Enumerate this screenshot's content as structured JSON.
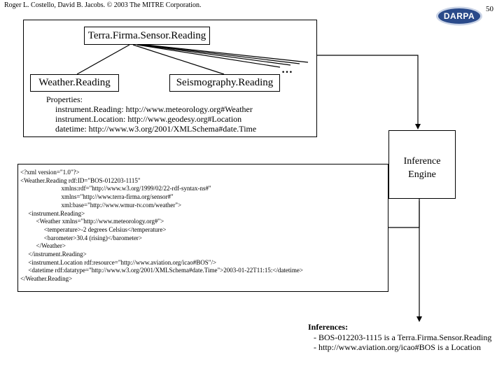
{
  "header": {
    "credit": "Roger L. Costello, David B. Jacobs. © 2003 The MITRE Corporation.",
    "page_number": "50",
    "logo_text": "DARPA"
  },
  "ontology": {
    "root": "Terra.Firma.Sensor.Reading",
    "children": [
      "Weather.Reading",
      "Seismography.Reading"
    ],
    "ellipsis": "…",
    "properties_label": "Properties:",
    "properties": [
      "instrument.Reading: http://www.meteorology.org#Weather",
      "instrument.Location: http://www.geodesy.org#Location",
      "datetime: http://www.w3.org/2001/XMLSchema#date.Time"
    ]
  },
  "inference_engine": {
    "line1": "Inference",
    "line2": "Engine"
  },
  "xml": {
    "lines": [
      "<?xml version=\"1.0\"?>",
      "<Weather.Reading rdf:ID=\"BOS-012203-1115\"",
      "                          xmlns:rdf=\"http://www.w3.org/1999/02/22-rdf-syntax-ns#\"",
      "                          xmlns=\"http://www.terra-firma.org/sensor#\"",
      "                          xml:base=\"http://www.wmur-tv.com/weather\">",
      "     <instrument.Reading>",
      "          <Weather xmlns=\"http://www.meteorology.org#\">",
      "               <temperature>-2 degrees Celsius</temperature>",
      "               <barometer>30.4 (rising)</barometer>",
      "          </Weather>",
      "     </instrument.Reading>",
      "     <instrument.Location rdf:resource=\"http://www.aviation.org/icao#BOS\"/>",
      "     <datetime rdf:datatype=\"http://www.w3.org/2001/XMLSchema#date.Time\">2003-01-22T11:15:</datetime>",
      "</Weather.Reading>"
    ]
  },
  "inferences": {
    "label": "Inferences:",
    "items": [
      "- BOS-012203-1115 is a Terra.Firma.Sensor.Reading",
      "- http://www.aviation.org/icao#BOS is a Location"
    ]
  },
  "colors": {
    "logo_bg": "#2a4a8a",
    "logo_ring": "#c9d3e6"
  }
}
